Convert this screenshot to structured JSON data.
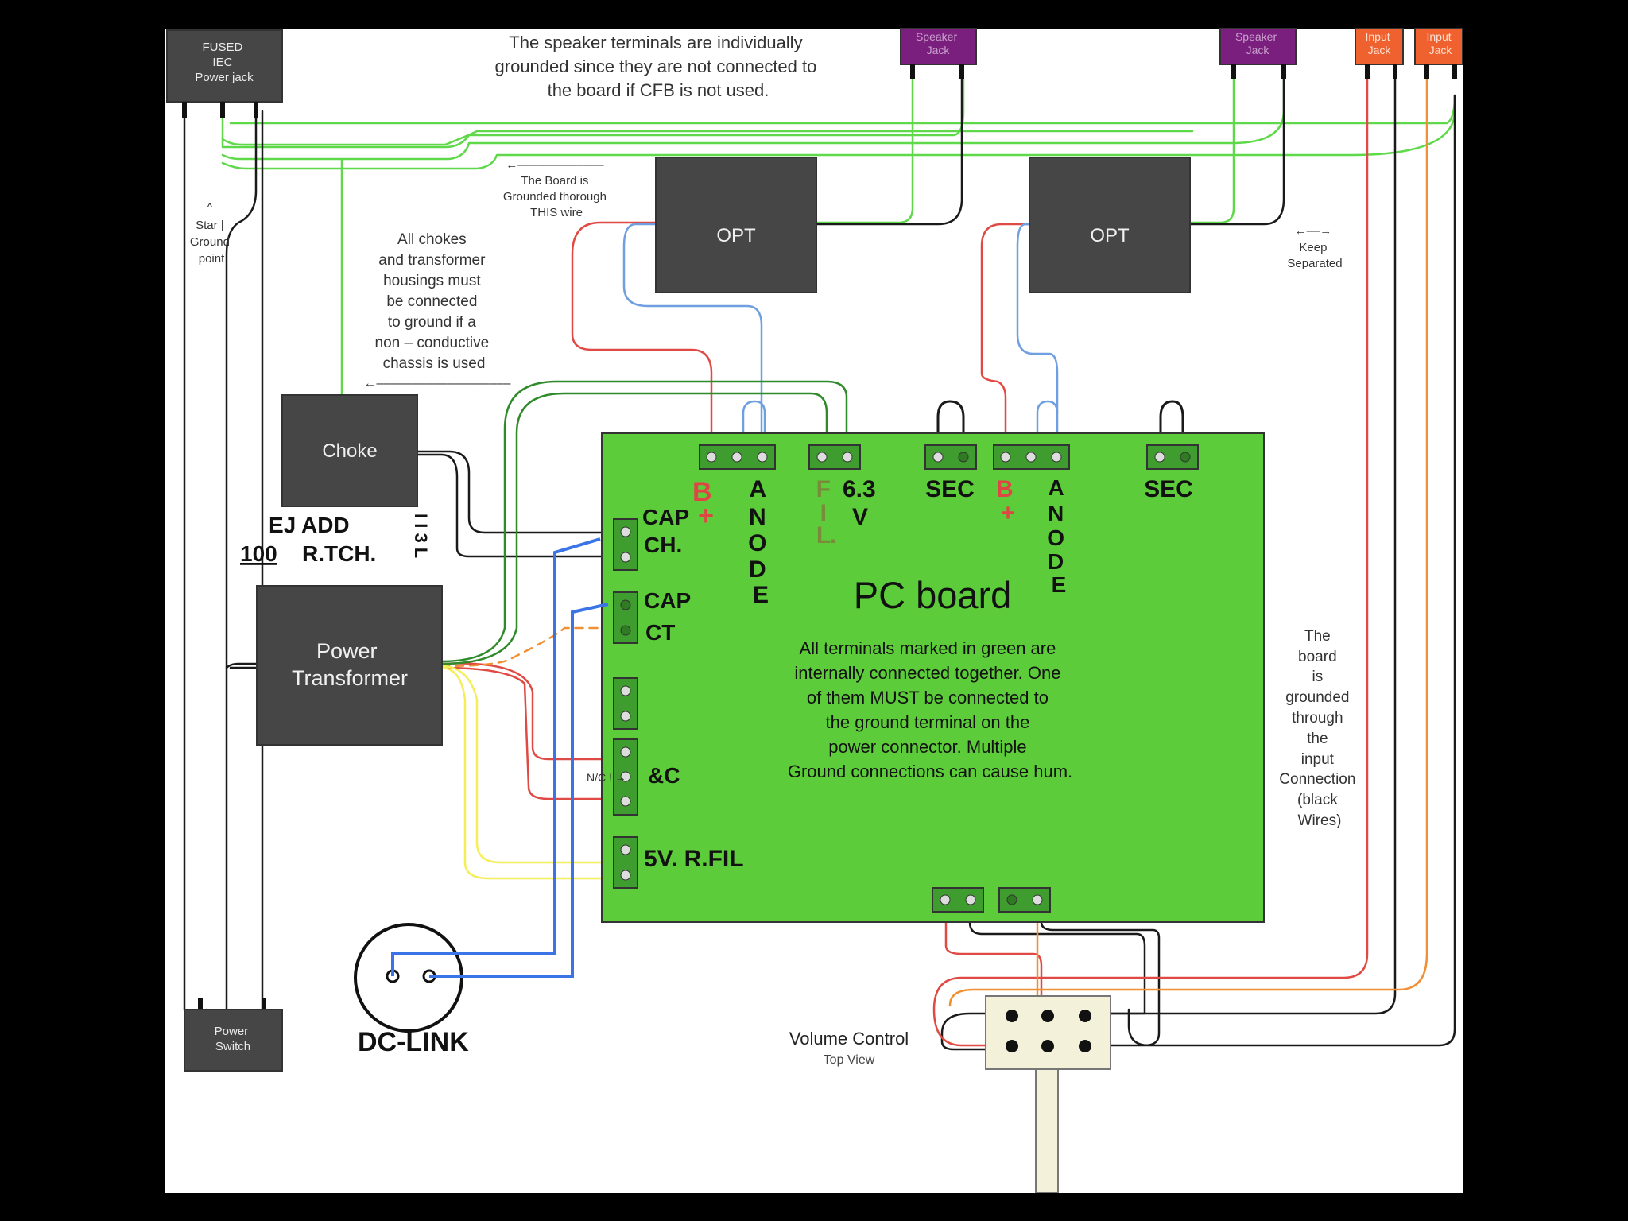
{
  "components": {
    "iec_jack": [
      "FUSED",
      "IEC",
      "Power jack"
    ],
    "speaker_jack_1": [
      "Speaker",
      "Jack"
    ],
    "speaker_jack_2": [
      "Speaker",
      "Jack"
    ],
    "input_jack_1": [
      "Input",
      "Jack"
    ],
    "input_jack_2": [
      "Input",
      "Jack"
    ],
    "opt_1": "OPT",
    "opt_2": "OPT",
    "choke": "Choke",
    "power_transformer": [
      "Power",
      "Transformer"
    ],
    "power_switch": [
      "Power",
      "Switch"
    ],
    "pc_board": "PC board",
    "volume_control": "Volume Control",
    "volume_control_sub": "Top View"
  },
  "notes": {
    "speaker_grounding": [
      "The speaker terminals are individually",
      "grounded since they are not connected to",
      "the board if CFB is not used."
    ],
    "board_ground_wire": [
      "←–––––––––––––",
      "The Board is",
      "Grounded thorough",
      "THIS wire"
    ],
    "star_ground": [
      "^",
      "Star |",
      "Ground",
      "point"
    ],
    "chokes_housings": [
      "All chokes",
      "and transformer",
      "housings must",
      "be connected",
      "to ground if a",
      "non – conductive",
      "chassis is used"
    ],
    "chokes_arrow": "←–––––––––––––––––––",
    "keep_separated": [
      "←––→",
      "Keep",
      "Separated"
    ],
    "board_terminals": [
      "All terminals marked in green are",
      "internally connected together. One",
      "of them MUST be connected to",
      "the ground terminal on the",
      "power connector. Multiple",
      "Ground connections can cause hum."
    ],
    "input_grounding": [
      "The",
      "board",
      "is",
      "grounded",
      "through",
      "the",
      "input",
      "Connection",
      "(black",
      "Wires)"
    ],
    "nc": "N/C ! →"
  },
  "handwritten": {
    "b_plus_1": [
      "B",
      "+"
    ],
    "anode_1": [
      "A",
      "N",
      "O",
      "D",
      "E"
    ],
    "fil_1": [
      "F",
      "I",
      "L",
      "."
    ],
    "v63": [
      "6.3",
      "V"
    ],
    "sec_1": "SEC",
    "b_plus_2": [
      "B",
      "+"
    ],
    "anode_2": [
      "A",
      "N",
      "O",
      "D",
      "E"
    ],
    "sec_2": "SEC",
    "cap_ch": [
      "CAP",
      "CH."
    ],
    "cap_ct": [
      "CAP",
      "CT"
    ],
    "hc": "&C",
    "fil_5v": "5V. R.FIL",
    "ej_add": "EJ ADD",
    "r_tch": [
      "100",
      "R.TCH."
    ],
    "side_marks": "I I 3 L",
    "dc_link": "DC-LINK"
  },
  "colors": {
    "background": "#000000",
    "canvas": "#ffffff",
    "block": "#464646",
    "board": "#5ccc3a",
    "ground_wire": "#5fd94a",
    "dark_green_wire": "#2f8a2a",
    "red_wire": "#e04a44",
    "blue_wire": "#6f9fe0",
    "black_wire": "#1a1a1a",
    "yellow_wire": "#f4ee5a",
    "orange_wire": "#f08f34",
    "speaker_jack": "#7a1f7e",
    "input_jack": "#ef6230",
    "handwriting_blue": "#3a74e6",
    "handwriting_red": "#e04545",
    "handwriting_olive": "#7a8a3a"
  }
}
